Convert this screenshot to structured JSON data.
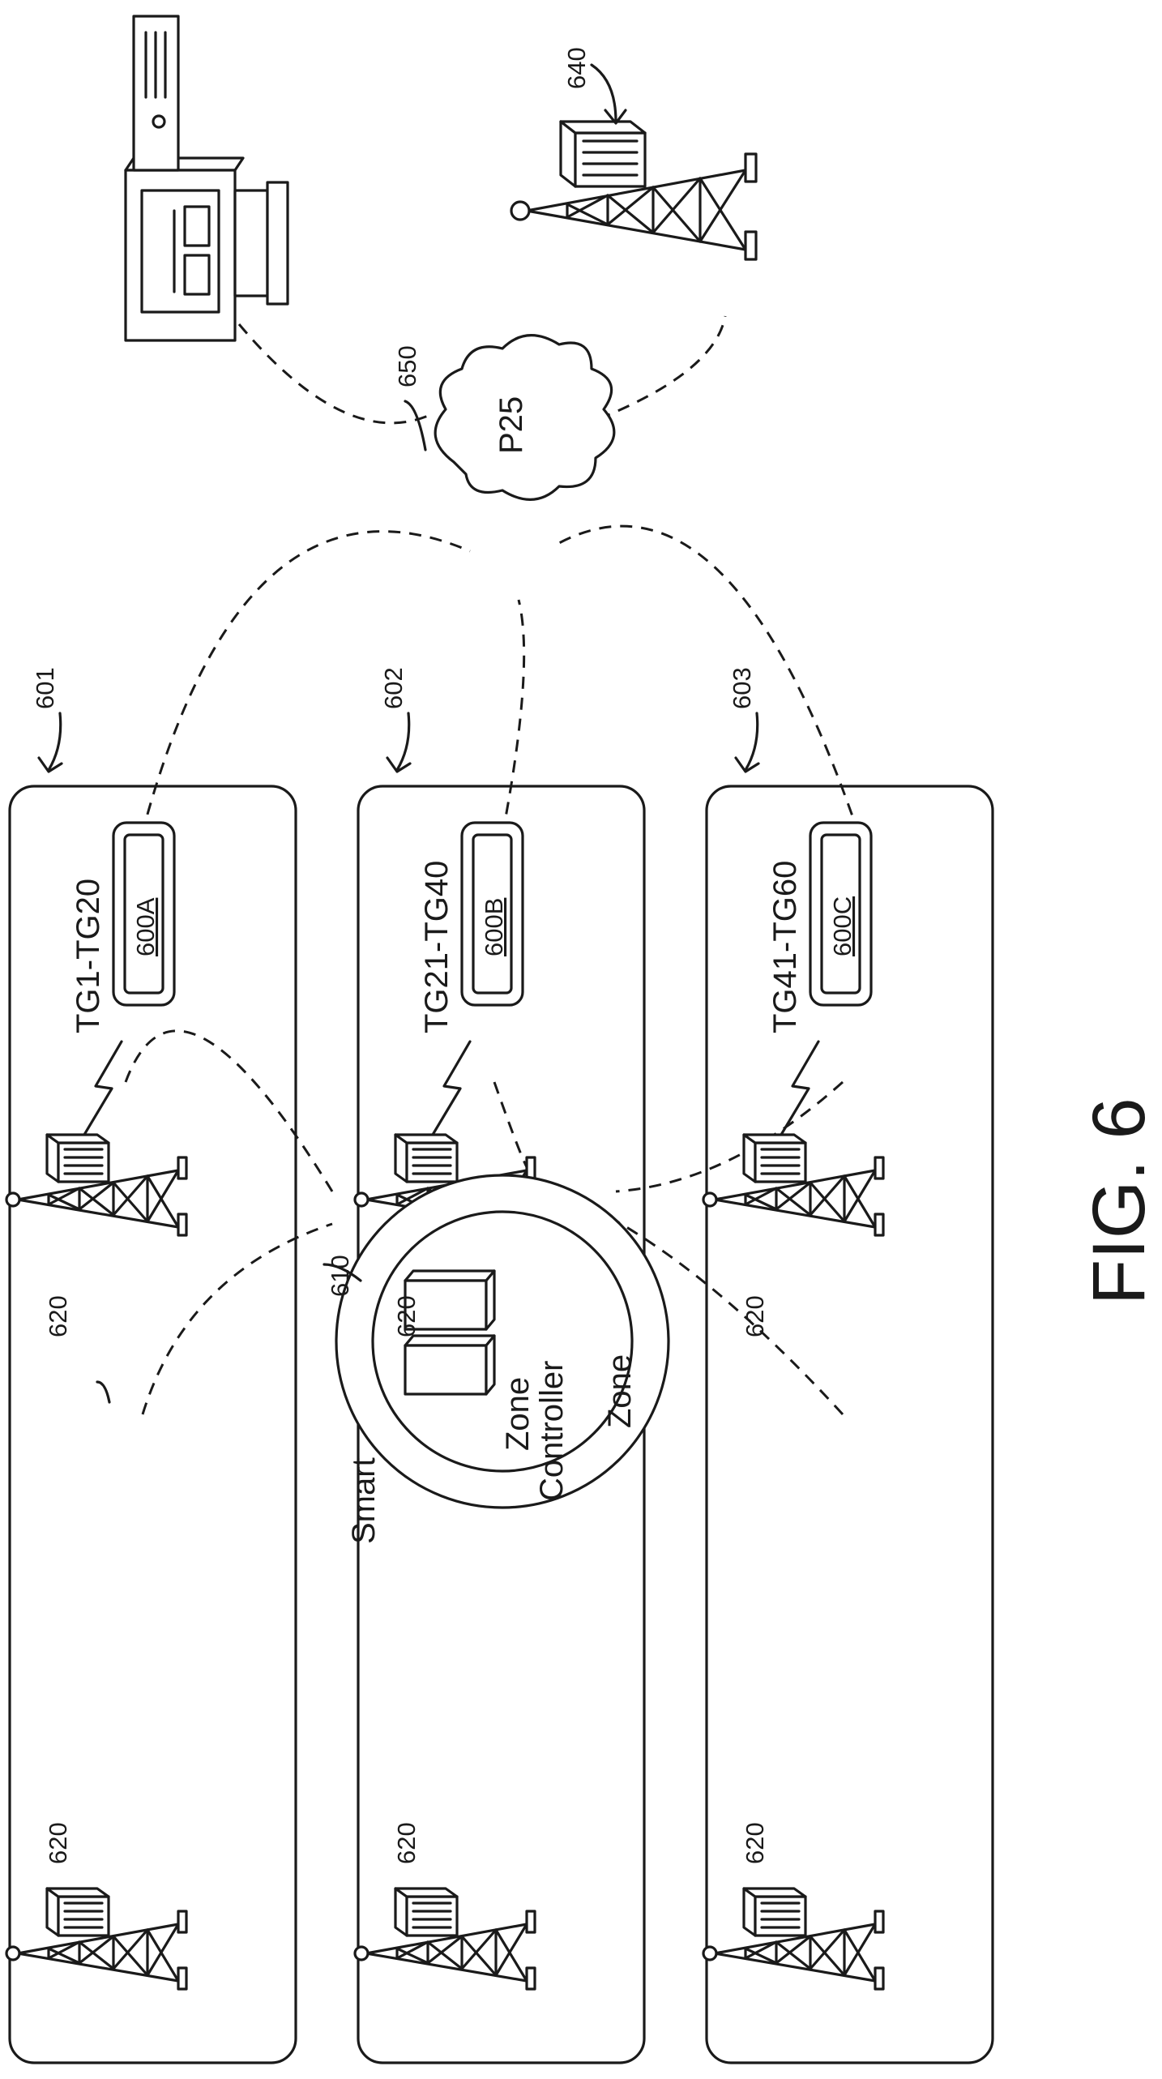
{
  "figure": {
    "caption": "FIG. 6",
    "zones": [
      {
        "ref": "601",
        "talkgroups": "TG1-TG20",
        "device": "600A"
      },
      {
        "ref": "602",
        "talkgroups": "TG21-TG40",
        "device": "600B"
      },
      {
        "ref": "603",
        "talkgroups": "TG41-TG60",
        "device": "600C"
      }
    ],
    "tower_ref": "620",
    "controller": {
      "ref": "610",
      "title": "Smart",
      "line1": "Zone",
      "line2": "Controller",
      "line3": "Zone"
    },
    "network": {
      "ref": "650",
      "label": "P25"
    },
    "remote_tower_ref": "640"
  }
}
